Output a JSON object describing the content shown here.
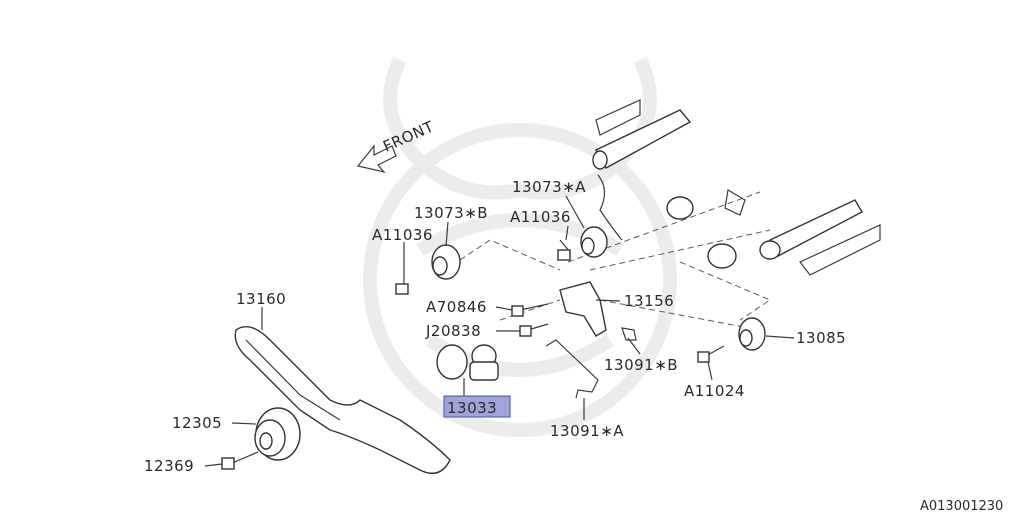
{
  "front_label": "FRONT",
  "reference_code": "A013001230",
  "highlight_color": "#9fa4d8",
  "parts": {
    "p13073b": "13073∗B",
    "p13073a": "13073∗A",
    "a11036_left": "A11036",
    "a11036_mid": "A11036",
    "p13160": "13160",
    "a70846": "A70846",
    "p13156": "13156",
    "j20838": "J20838",
    "p13091b": "13091∗B",
    "p13085": "13085",
    "a11024": "A11024",
    "p13033": "13033",
    "p13091a": "13091∗A",
    "p12305": "12305",
    "p12369": "12369"
  }
}
